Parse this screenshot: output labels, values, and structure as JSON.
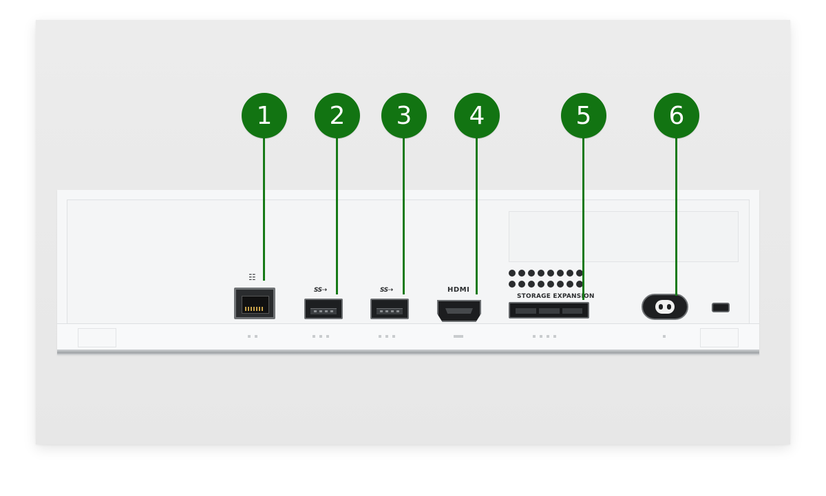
{
  "colors": {
    "callout_green": "#127412",
    "callout_line": "#167a16",
    "port_black": "#1c1d1f",
    "panel_white": "#f6f7f8",
    "background": "#e9e9e9"
  },
  "labels": {
    "usb_1": "SS⇢",
    "usb_2": "SS⇢",
    "hdmi": "HDMI",
    "storage": "STORAGE EXPANSION",
    "network_icon": "network-icon"
  },
  "callouts": [
    {
      "number": "1",
      "port": "ethernet"
    },
    {
      "number": "2",
      "port": "usb-1"
    },
    {
      "number": "3",
      "port": "usb-2"
    },
    {
      "number": "4",
      "port": "hdmi"
    },
    {
      "number": "5",
      "port": "storage-expansion"
    },
    {
      "number": "6",
      "port": "power"
    }
  ]
}
